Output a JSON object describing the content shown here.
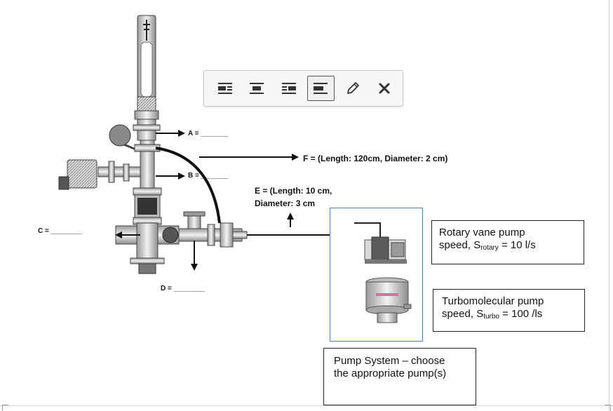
{
  "diagram": {
    "labels": {
      "a": "A = _______",
      "b": "B = _______",
      "c": "C = ________",
      "d": "D = ________",
      "f": "F = (Length: 120cm, Diameter: 2 cm)",
      "e_line1": "E = (Length: 10 cm,",
      "e_line2": "Diameter: 3 cm"
    }
  },
  "boxes": {
    "rotary": {
      "line1": "Rotary vane pump",
      "line2_prefix": "speed, S",
      "line2_sub": "rotary",
      "line2_suffix": " = 10 l/s"
    },
    "turbo": {
      "line1": "Turbomolecular pump",
      "line2_prefix": "speed, S",
      "line2_sub": "turbo",
      "line2_suffix": " = 100 /ls"
    },
    "pump_system": {
      "line1": "Pump System – choose",
      "line2": "the appropriate pump(s)"
    }
  },
  "toolbar": {
    "buttons": [
      {
        "name": "align-left-wrap-button",
        "icon": "align-left-wrap-icon",
        "active": false
      },
      {
        "name": "align-center-button",
        "icon": "align-center-icon",
        "active": false
      },
      {
        "name": "align-right-wrap-button",
        "icon": "align-right-wrap-icon",
        "active": false
      },
      {
        "name": "align-inline-button",
        "icon": "align-inline-icon",
        "active": true
      },
      {
        "name": "edit-button",
        "icon": "pencil-icon",
        "active": false
      },
      {
        "name": "remove-button",
        "icon": "close-icon",
        "active": false
      }
    ]
  },
  "colors": {
    "frame_blue": "#5b7fae",
    "gauge_gray": "#8a8a8a"
  }
}
